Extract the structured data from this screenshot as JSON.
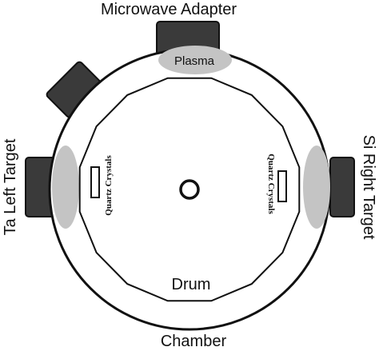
{
  "labels": {
    "microwave_adapter": "Microwave Adapter",
    "plasma": "Plasma",
    "left_target": "Ta Left Target",
    "right_target": "Si Right Target",
    "quartz_left": "Quartz Crystals",
    "quartz_right": "Quartz Crystals",
    "drum": "Drum",
    "chamber": "Chamber"
  },
  "colors": {
    "outline": "#111111",
    "block": "#3a3a3a",
    "plasma": "#c4c4c4",
    "background": "#ffffff"
  }
}
